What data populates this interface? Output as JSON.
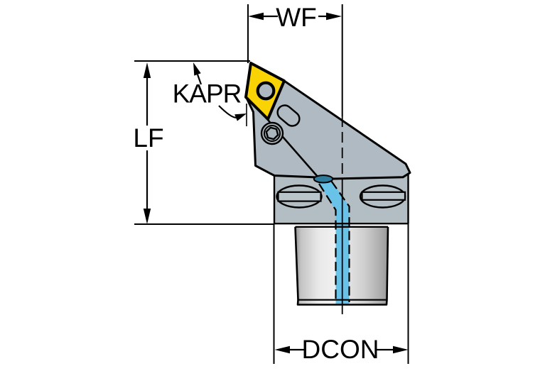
{
  "diagram": {
    "title": "tool-holder-dimension-drawing",
    "labels": {
      "wf": "WF",
      "lf": "LF",
      "kapr": "KAPR",
      "dcon": "DCON"
    },
    "colors": {
      "insert": "#F9D303",
      "body": "#B3BDC4",
      "head": "#AFBAC2",
      "slot_plate": "#BAC4CB",
      "hole_fill": "#AEB8C0",
      "screw_fill": "#AAB5BD",
      "coolant": "#69C3E9",
      "coolant_inlet": "#2F7B9C",
      "outline": "#000000",
      "background": "#FFFFFF"
    },
    "components": {
      "insert": "indexable diamond insert",
      "head": "cutting head",
      "block": "clamping block",
      "shank": "coupling shank",
      "coolant": "internal coolant channel"
    }
  }
}
